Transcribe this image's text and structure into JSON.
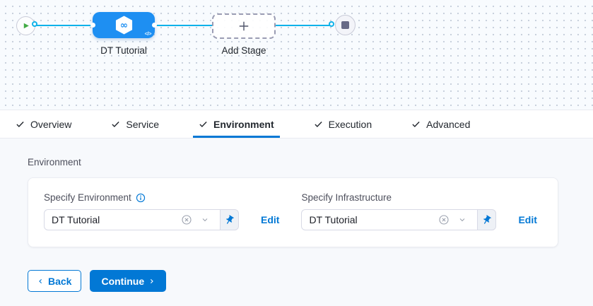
{
  "colors": {
    "accent_blue": "#0278d5",
    "stage_node_blue": "#1e8ff2",
    "connector_cyan": "#0fb2e9",
    "play_green": "#42ab45",
    "stop_gray": "#676a87",
    "canvas_background": "#f8fbfe",
    "content_background": "#f7f9fc"
  },
  "pipeline": {
    "stage": {
      "label": "DT Tutorial",
      "code_glyph": "</>"
    },
    "add_stage_label": "Add Stage"
  },
  "tabs": [
    {
      "label": "Overview",
      "completed": true,
      "active": false
    },
    {
      "label": "Service",
      "completed": true,
      "active": false
    },
    {
      "label": "Environment",
      "completed": true,
      "active": true
    },
    {
      "label": "Execution",
      "completed": true,
      "active": false
    },
    {
      "label": "Advanced",
      "completed": true,
      "active": false
    }
  ],
  "panel": {
    "section_title": "Environment",
    "environment_field": {
      "label": "Specify Environment",
      "value": "DT Tutorial",
      "edit_label": "Edit"
    },
    "infrastructure_field": {
      "label": "Specify Infrastructure",
      "value": "DT Tutorial",
      "edit_label": "Edit"
    }
  },
  "footer": {
    "back_label": "Back",
    "continue_label": "Continue"
  }
}
